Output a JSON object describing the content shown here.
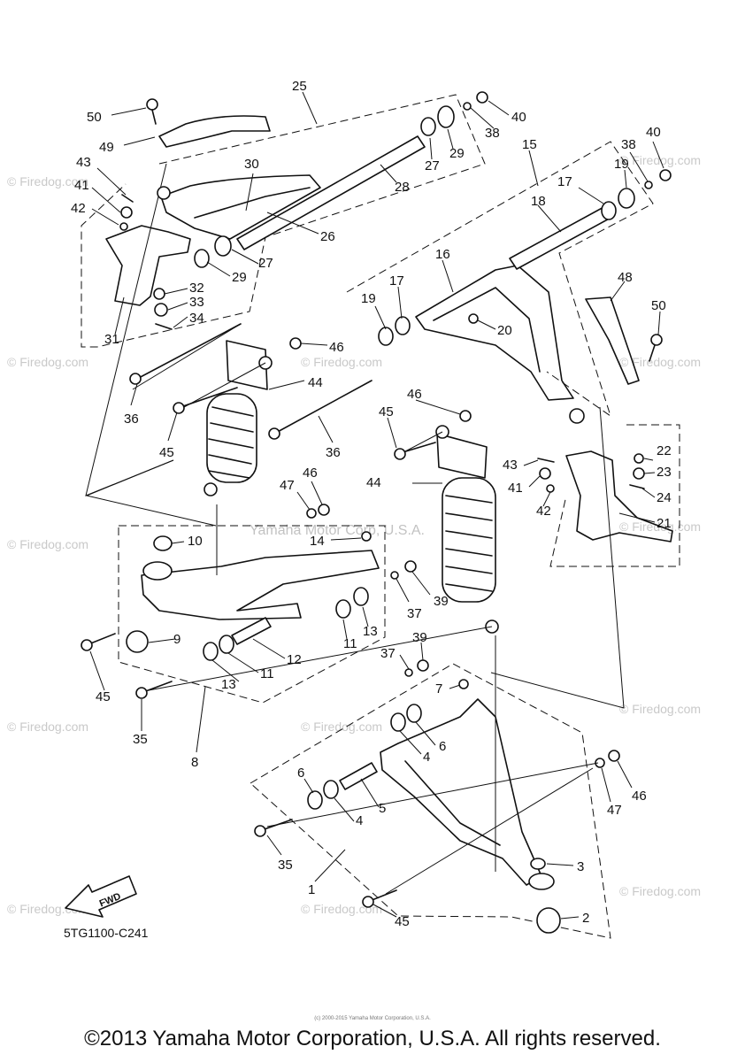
{
  "diagram_code": "5TG1100-C241",
  "copyright": "©2013 Yamaha Motor Corporation, U.S.A. All rights reserved.",
  "fwd_label": "FWD",
  "watermark_site": "© Firedog.com",
  "watermark_owner": "Yamaha Motor Corp, U.S.A.",
  "tiny_notice": "(c) 2000-2015 Yamaha Motor Corporation, U.S.A.",
  "callouts": [
    {
      "id": "c25",
      "text": "25"
    },
    {
      "id": "c50a",
      "text": "50"
    },
    {
      "id": "c49",
      "text": "49"
    },
    {
      "id": "c40a",
      "text": "40"
    },
    {
      "id": "c38a",
      "text": "38"
    },
    {
      "id": "c29a",
      "text": "29"
    },
    {
      "id": "c27a",
      "text": "27"
    },
    {
      "id": "c28",
      "text": "28"
    },
    {
      "id": "c15",
      "text": "15"
    },
    {
      "id": "c38b",
      "text": "38"
    },
    {
      "id": "c40b",
      "text": "40"
    },
    {
      "id": "c19a",
      "text": "19"
    },
    {
      "id": "c17a",
      "text": "17"
    },
    {
      "id": "c18",
      "text": "18"
    },
    {
      "id": "c43a",
      "text": "43"
    },
    {
      "id": "c41a",
      "text": "41"
    },
    {
      "id": "c42a",
      "text": "42"
    },
    {
      "id": "c30",
      "text": "30"
    },
    {
      "id": "c26",
      "text": "26"
    },
    {
      "id": "c27b",
      "text": "27"
    },
    {
      "id": "c29b",
      "text": "29"
    },
    {
      "id": "c32",
      "text": "32"
    },
    {
      "id": "c33",
      "text": "33"
    },
    {
      "id": "c34",
      "text": "34"
    },
    {
      "id": "c31",
      "text": "31"
    },
    {
      "id": "c16",
      "text": "16"
    },
    {
      "id": "c48",
      "text": "48"
    },
    {
      "id": "c19b",
      "text": "19"
    },
    {
      "id": "c17b",
      "text": "17"
    },
    {
      "id": "c20",
      "text": "20"
    },
    {
      "id": "c50b",
      "text": "50"
    },
    {
      "id": "c46a",
      "text": "46"
    },
    {
      "id": "c44a",
      "text": "44"
    },
    {
      "id": "c36a",
      "text": "36"
    },
    {
      "id": "c45a",
      "text": "45"
    },
    {
      "id": "c36b",
      "text": "36"
    },
    {
      "id": "c46b",
      "text": "46"
    },
    {
      "id": "c45b",
      "text": "45"
    },
    {
      "id": "c22",
      "text": "22"
    },
    {
      "id": "c23",
      "text": "23"
    },
    {
      "id": "c43b",
      "text": "43"
    },
    {
      "id": "c41b",
      "text": "41"
    },
    {
      "id": "c24",
      "text": "24"
    },
    {
      "id": "c44b",
      "text": "44"
    },
    {
      "id": "c42b",
      "text": "42"
    },
    {
      "id": "c21",
      "text": "21"
    },
    {
      "id": "c47a",
      "text": "47"
    },
    {
      "id": "c46c",
      "text": "46"
    },
    {
      "id": "c10",
      "text": "10"
    },
    {
      "id": "c14",
      "text": "14"
    },
    {
      "id": "c37a",
      "text": "37"
    },
    {
      "id": "c39a",
      "text": "39"
    },
    {
      "id": "c9",
      "text": "9"
    },
    {
      "id": "c11a",
      "text": "11"
    },
    {
      "id": "c13a",
      "text": "13"
    },
    {
      "id": "c12",
      "text": "12"
    },
    {
      "id": "c11b",
      "text": "11"
    },
    {
      "id": "c13b",
      "text": "13"
    },
    {
      "id": "c45c",
      "text": "45"
    },
    {
      "id": "c39b",
      "text": "39"
    },
    {
      "id": "c37b",
      "text": "37"
    },
    {
      "id": "c35a",
      "text": "35"
    },
    {
      "id": "c8",
      "text": "8"
    },
    {
      "id": "c7",
      "text": "7"
    },
    {
      "id": "c6a",
      "text": "6"
    },
    {
      "id": "c4a",
      "text": "4"
    },
    {
      "id": "c6b",
      "text": "6"
    },
    {
      "id": "c4b",
      "text": "4"
    },
    {
      "id": "c5",
      "text": "5"
    },
    {
      "id": "c47b",
      "text": "47"
    },
    {
      "id": "c46d",
      "text": "46"
    },
    {
      "id": "c35b",
      "text": "35"
    },
    {
      "id": "c1",
      "text": "1"
    },
    {
      "id": "c3",
      "text": "3"
    },
    {
      "id": "c2",
      "text": "2"
    },
    {
      "id": "c45d",
      "text": "45"
    }
  ]
}
